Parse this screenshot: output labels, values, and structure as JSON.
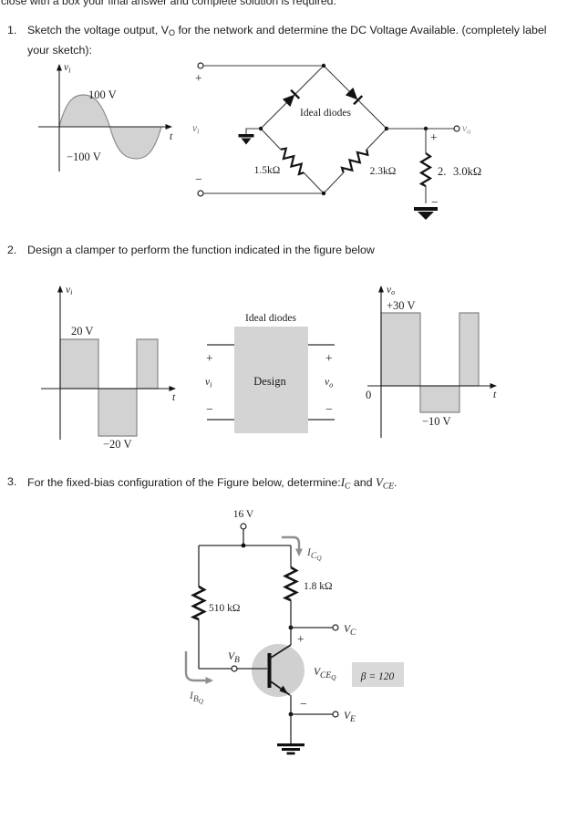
{
  "colors": {
    "waveform_fill": "#d2d2d2",
    "transistor_fill": "#d0d0d0",
    "beta_box_fill": "#d9d9d9",
    "design_box_fill": "#d4d4d4"
  },
  "header": {
    "cutoff_text": "close with a box your final answer and complete solution is required."
  },
  "q1": {
    "number": "1.",
    "line1_pre": "Sketch the voltage output, V",
    "line1_sub": "O",
    "line1_post": " for the network and determine the DC Voltage Available. (completely label",
    "line2": "your sketch):",
    "graph": {
      "axis_v": "v",
      "axis_v_sub": "i",
      "axis_t": "t",
      "peak": "100 V",
      "trough": "−100 V"
    },
    "circuit": {
      "in_plus": "+",
      "in_minus": "−",
      "vi": "v",
      "vi_sub": "i",
      "diodes": "Ideal diodes",
      "r_left": "1.5kΩ",
      "r_right": "2.3kΩ",
      "out_plus": "+",
      "out_minus": "−",
      "load_num": "2.",
      "load_r": "3.0kΩ",
      "vo": "v",
      "vo_sub": "o"
    }
  },
  "q2": {
    "number": "2.",
    "text": "Design a clamper to perform the function indicated in the figure below",
    "in_graph": {
      "axis_v": "v",
      "axis_v_sub": "i",
      "axis_t": "t",
      "high": "20 V",
      "low": "−20 V"
    },
    "box": {
      "title": "Ideal diodes",
      "label": "Design",
      "in_plus": "+",
      "in_minus": "−",
      "in_v": "v",
      "in_v_sub": "i",
      "out_plus": "+",
      "out_minus": "−",
      "out_v": "v",
      "out_v_sub": "o"
    },
    "out_graph": {
      "axis_v": "v",
      "axis_v_sub": "o",
      "axis_t": "t",
      "zero": "0",
      "high": "+30 V",
      "low": "−10 V"
    }
  },
  "q3": {
    "number": "3.",
    "text_pre": "For the fixed-bias configuration of the Figure below, determine:",
    "ic": "I",
    "ic_sub": "C",
    "text_and": " and ",
    "vce": "V",
    "vce_sub": "CE",
    "text_end": ".",
    "circuit": {
      "supply": "16 V",
      "icq": "I",
      "icq_sub": "C",
      "icq_subsub": "Q",
      "rc": "1.8 kΩ",
      "rb": "510 kΩ",
      "vc": "V",
      "vc_sub": "C",
      "plus": "+",
      "minus": "−",
      "vb": "V",
      "vb_sub": "B",
      "ibq": "I",
      "ibq_sub": "B",
      "ibq_subsub": "Q",
      "vceq": "V",
      "vceq_sub": "CE",
      "vceq_subsub": "Q",
      "beta": "β = 120",
      "ve": "V",
      "ve_sub": "E"
    }
  }
}
